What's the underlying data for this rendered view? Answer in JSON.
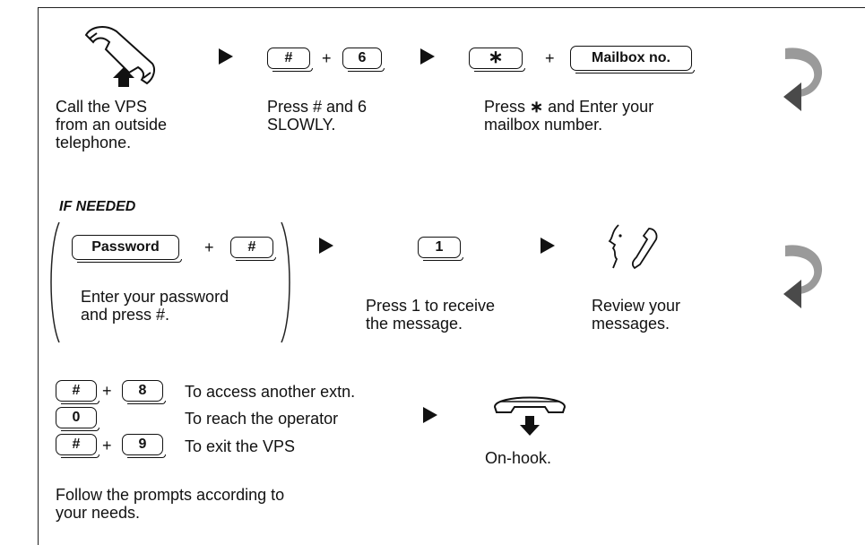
{
  "row1": {
    "key_hash": "#",
    "key_6": "6",
    "key_star": "∗",
    "key_mailbox": "Mailbox no.",
    "plus": "+",
    "step1_text": "Call the VPS\nfrom an outside\ntelephone.",
    "step2_text": "Press # and 6\nSLOWLY.",
    "step3_text_a": "Press ",
    "step3_star": "∗",
    "step3_text_b": " and Enter your\nmailbox number."
  },
  "row2": {
    "if_needed": "IF NEEDED",
    "key_password": "Password",
    "key_hash": "#",
    "key_1": "1",
    "plus": "+",
    "step1_text": "Enter your password\nand press #.",
    "step2_text": "Press 1 to receive\nthe message.",
    "step3_text": "Review your\nmessages."
  },
  "row3": {
    "options": [
      {
        "key_a": "#",
        "key_b": "8",
        "text": "To access another extn."
      },
      {
        "key_a": "0",
        "text": "To reach the operator"
      },
      {
        "key_a": "#",
        "key_b": "9",
        "text": "To exit the VPS"
      }
    ],
    "plus": "+",
    "onhook_text": "On-hook.",
    "footer_text": "Follow the prompts according to\nyour needs."
  },
  "icons": [
    "handset-offhook-icon",
    "arrow-right-icon",
    "continue-curved-arrow-icon",
    "face-listening-icon",
    "handset-onhook-icon"
  ]
}
